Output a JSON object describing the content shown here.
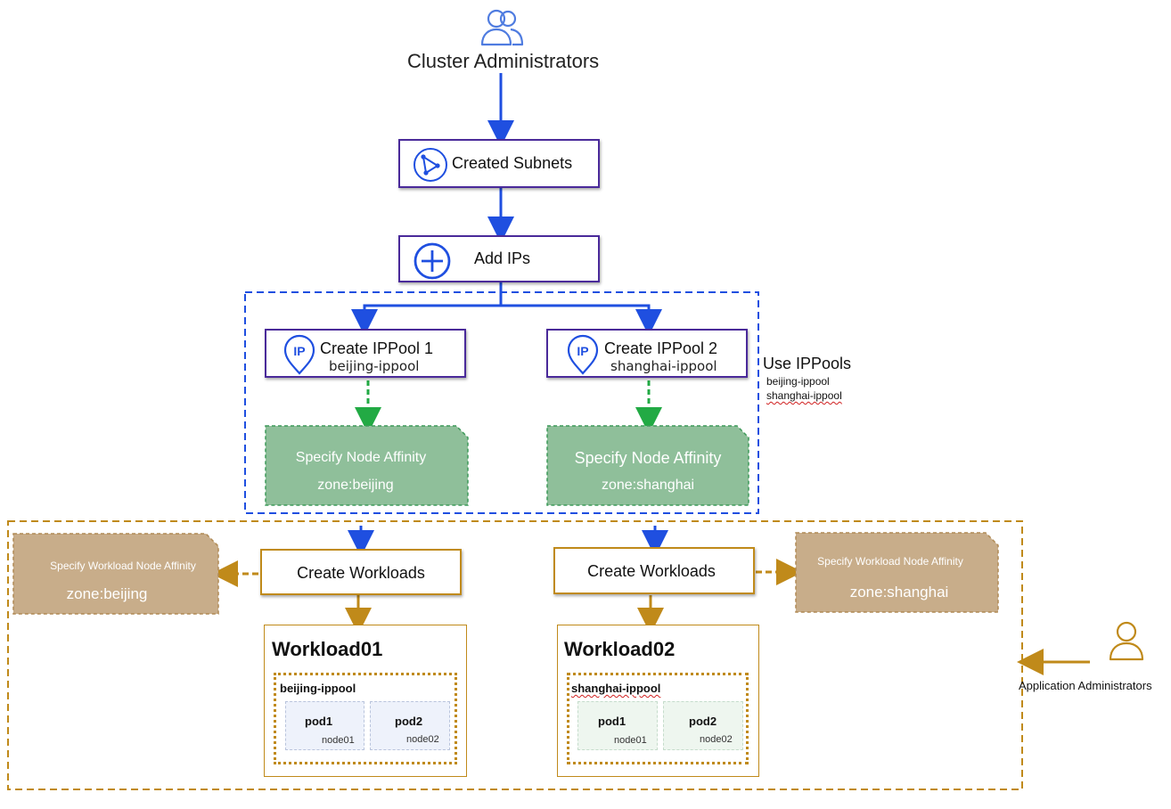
{
  "top": {
    "title": "Cluster Administrators",
    "icon": "users-group-icon"
  },
  "steps": {
    "subnets": {
      "label": "Created Subnets",
      "icon": "subnet-triangle-icon"
    },
    "add_ips": {
      "label": "Add IPs",
      "icon": "plus-circle-icon"
    }
  },
  "pools": [
    {
      "title": "Create IPPool 1",
      "name": "beijing-ippool",
      "icon": "ip-pin-icon",
      "affinity_label": "Specify Node Affinity",
      "affinity_value": "zone:beijing"
    },
    {
      "title": "Create IPPool 2",
      "name": "shanghai-ippool",
      "icon": "ip-pin-icon",
      "affinity_label": "Specify Node Affinity",
      "affinity_value": "zone:shanghai"
    }
  ],
  "use_ippools": {
    "title": "Use IPPools",
    "items": [
      "beijing-ippool",
      "shanghai-ippool"
    ]
  },
  "workloads": [
    {
      "create_label": "Create Workloads",
      "name": "Workload01",
      "pool": "beijing-ippool",
      "pods": [
        {
          "name": "pod1",
          "node": "node01"
        },
        {
          "name": "pod2",
          "node": "node02"
        }
      ],
      "affinity_label": "Specify Workload Node Affinity",
      "affinity_value": "zone:beijing"
    },
    {
      "create_label": "Create Workloads",
      "name": "Workload02",
      "pool": "shanghai-ippool",
      "pods": [
        {
          "name": "pod1",
          "node": "node01"
        },
        {
          "name": "pod2",
          "node": "node02"
        }
      ],
      "affinity_label": "Specify Workload Node Affinity",
      "affinity_value": "zone:shanghai"
    }
  ],
  "app_admin": {
    "label": "Application Administrators",
    "icon": "user-icon"
  },
  "colors": {
    "blue_arrow": "#1f4fe0",
    "purple_border": "#4a2a9a",
    "green_note": "#8fbf9a",
    "green_arrow": "#22aa44",
    "orange": "#c08a1a",
    "tan_note": "#c8ad8a",
    "pod_blue": "#eef2fb",
    "pod_green": "#eef6ef"
  }
}
